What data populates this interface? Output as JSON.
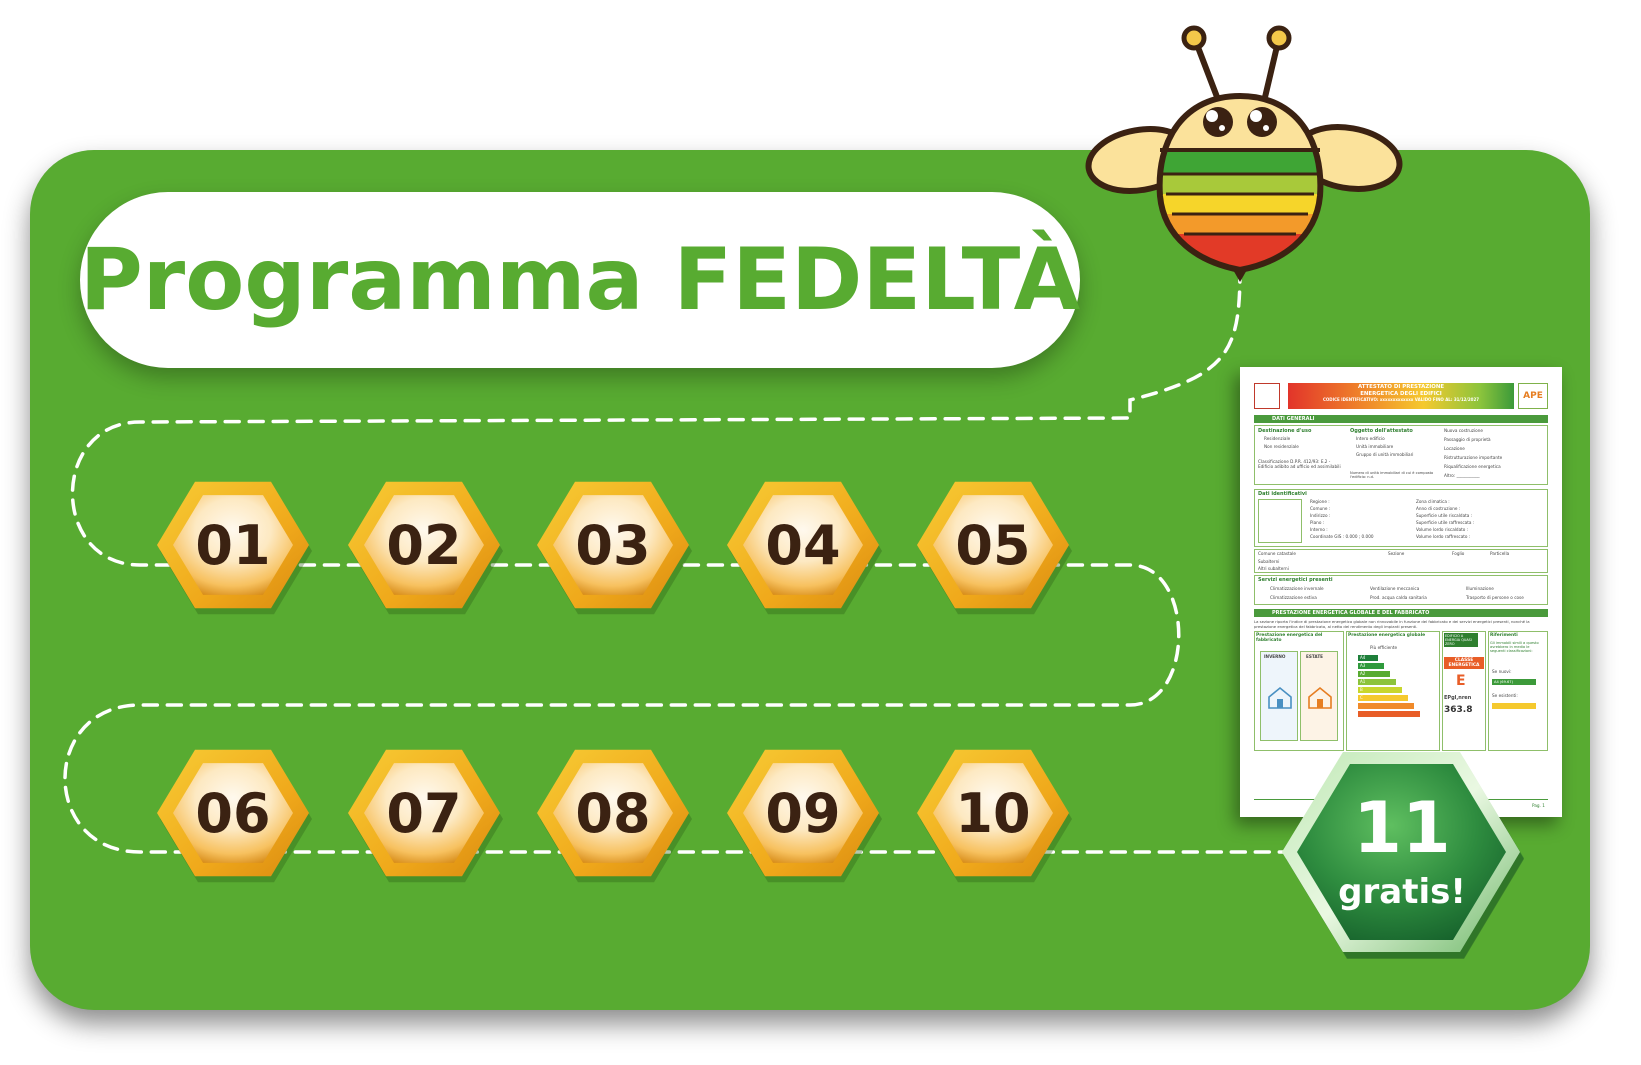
{
  "title": "Programma FEDELTÀ",
  "steps": [
    "01",
    "02",
    "03",
    "04",
    "05",
    "06",
    "07",
    "08",
    "09",
    "10"
  ],
  "reward": {
    "number": "11",
    "label": "gratis!"
  },
  "certificate": {
    "header_line1": "ATTESTATO DI PRESTAZIONE",
    "header_line2": "ENERGETICA DEGLI EDIFICI",
    "header_code": "CODICE IDENTIFICATIVO: xxxxxxxxxxxxx VALIDO FINO AL: 31/12/2027",
    "logo": "APE",
    "section_general": "DATI GENERALI",
    "destinazione_label": "Destinazione d'uso",
    "destinazione_items": [
      "Residenziale",
      "Non residenziale"
    ],
    "classificazione": "Classificazione D.P.R. 412/93: E.2 - Edificio adibito ad ufficio ed assimilabili",
    "oggetto_label": "Oggetto dell'attestato",
    "oggetto_items": [
      "Intero edificio",
      "Unità immobiliare",
      "Gruppo di unità immobiliari"
    ],
    "numero_unita": "Numero di unità immobiliari di cui è composto l'edificio: n.d.",
    "motivo_items": [
      "Nuova costruzione",
      "Passaggio di proprietà",
      "Locazione",
      "Ristrutturazione importante",
      "Riqualificazione energetica",
      "Altro: ___________"
    ],
    "identificativi_label": "Dati identificativi",
    "identificativi_left": [
      "Regione :",
      "Comune :",
      "Indirizzo :",
      "Piano :",
      "Interno :",
      "Coordinate GIS : 0.000 ; 0.000"
    ],
    "identificativi_right": [
      "Zona climatica :",
      "Anno di costruzione :",
      "Superficie utile riscaldata :",
      "Superficie utile raffrescata :",
      "Volume lordo riscaldato :",
      "Volume lordo raffrescato :"
    ],
    "catasto_row1": [
      "Comune catastale",
      "Sezione",
      "Foglio",
      "Particella"
    ],
    "catasto_row2": "Subalterni",
    "catasto_row3": "Altri subalterni",
    "servizi_label": "Servizi energetici presenti",
    "servizi_items": [
      "Climatizzazione invernale",
      "Ventilazione meccanica",
      "Illuminazione",
      "Climatizzazione estiva",
      "Prod. acqua calda sanitaria",
      "Trasporto di persone o cose"
    ],
    "section_prestazione": "PRESTAZIONE ENERGETICA GLOBALE E DEL FABBRICATO",
    "prestazione_text": "La sezione riporta l'indice di prestazione energetica globale non rinnovabile in funzione del fabbricato e dei servizi energetici presenti, nonché la prestazione energetica del fabbricato, al netto del rendimento degli impianti presenti.",
    "fabbricato_label": "Prestazione energetica del fabbricato",
    "inverno": "INVERNO",
    "estate": "ESTATE",
    "globale_label": "Prestazione energetica globale",
    "piu_efficiente": "Più efficiente",
    "classes": [
      "A4",
      "A3",
      "A2",
      "A1",
      "B",
      "C"
    ],
    "edificio_zero": "EDIFICIO A ENERGIA QUASI ZERO",
    "classe_label": "CLASSE ENERGETICA",
    "classe_value": "E",
    "ep_label": "EPgl,nren",
    "ep_value": "363.8",
    "riferimenti_label": "Riferimenti",
    "riferimenti_text": "Gli immobili simili a questo avrebbero in media le seguenti classificazioni:",
    "se_nuovi": "Se nuovi:",
    "se_nuovi_value": "A4 (69.67)",
    "se_esistenti": "Se esistenti:",
    "page": "Pag. 1"
  },
  "colors": {
    "card_green": "#58ab31",
    "title_green": "#58ab31",
    "hex_gold": "#f2b21f",
    "hex_dark_text": "#3b2212",
    "reward_green": "#1f7a35"
  },
  "icons": {
    "mascot": "bee-icon",
    "step": "honeycomb-hexagon-icon",
    "reward": "green-hexagon-badge-icon",
    "document": "energy-certificate-document-icon"
  }
}
